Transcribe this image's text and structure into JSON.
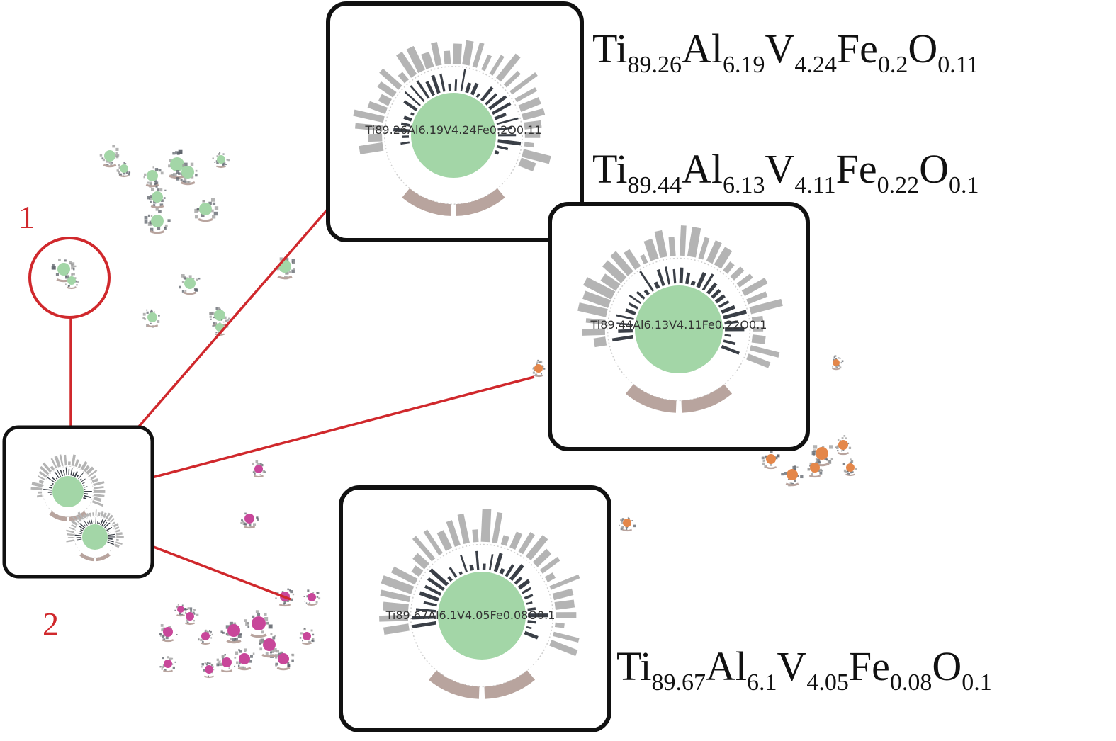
{
  "callouts": {
    "one": "1",
    "two": "2"
  },
  "glyphs": [
    {
      "id": "top",
      "label": "Ti89.26Al6.19V4.24Fe0.2O0.11"
    },
    {
      "id": "middle",
      "label": "Ti89.44Al6.13V4.11Fe0.22O0.1"
    },
    {
      "id": "bottom",
      "label": "Ti89.67Al6.1V4.05Fe0.08O0.1"
    }
  ],
  "formulas": [
    {
      "id": "top",
      "parts": [
        {
          "el": "Ti",
          "n": "89.26"
        },
        {
          "el": "Al",
          "n": "6.19"
        },
        {
          "el": "V",
          "n": "4.24"
        },
        {
          "el": "Fe",
          "n": "0.2"
        },
        {
          "el": "O",
          "n": "0.11"
        }
      ]
    },
    {
      "id": "middle",
      "parts": [
        {
          "el": "Ti",
          "n": "89.44"
        },
        {
          "el": "Al",
          "n": "6.13"
        },
        {
          "el": "V",
          "n": "4.11"
        },
        {
          "el": "Fe",
          "n": "0.22"
        },
        {
          "el": "O",
          "n": "0.1"
        }
      ]
    },
    {
      "id": "bottom",
      "parts": [
        {
          "el": "Ti",
          "n": "89.67"
        },
        {
          "el": "Al",
          "n": "6.1"
        },
        {
          "el": "V",
          "n": "4.05"
        },
        {
          "el": "Fe",
          "n": "0.08"
        },
        {
          "el": "O",
          "n": "0.1"
        }
      ]
    }
  ],
  "colors": {
    "highlight": "#d0282c",
    "frame": "#111111",
    "core": "#a3d6a7",
    "outer_bar": "#b4b4b4",
    "inner_bar": "#3a3f47",
    "base_arc": "#b8a49e",
    "cluster_pink": "#c8479a",
    "cluster_orange": "#e4874a"
  }
}
